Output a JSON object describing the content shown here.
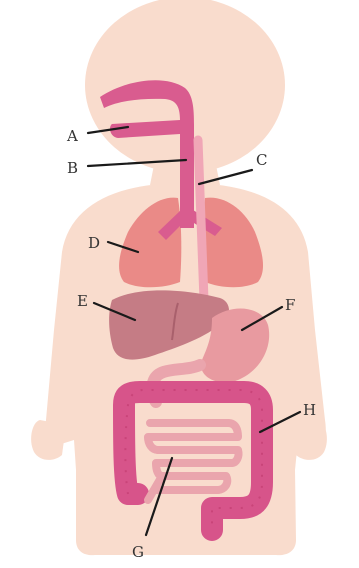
{
  "diagram": {
    "labels": [
      {
        "id": "A",
        "text": "A"
      },
      {
        "id": "B",
        "text": "B"
      },
      {
        "id": "C",
        "text": "C"
      },
      {
        "id": "D",
        "text": "D"
      },
      {
        "id": "E",
        "text": "E"
      },
      {
        "id": "F",
        "text": "F"
      },
      {
        "id": "G",
        "text": "G"
      },
      {
        "id": "H",
        "text": "H"
      }
    ],
    "colors": {
      "body": "#f9dccd",
      "mouth_airway": "#d95c8f",
      "esophagus": "#f0a6b6",
      "lungs": "#ea8a87",
      "liver": "#c57c85",
      "stomach": "#e89aa0",
      "small_intestine": "#eaa5ad",
      "large_intestine": "#d7548a"
    }
  }
}
